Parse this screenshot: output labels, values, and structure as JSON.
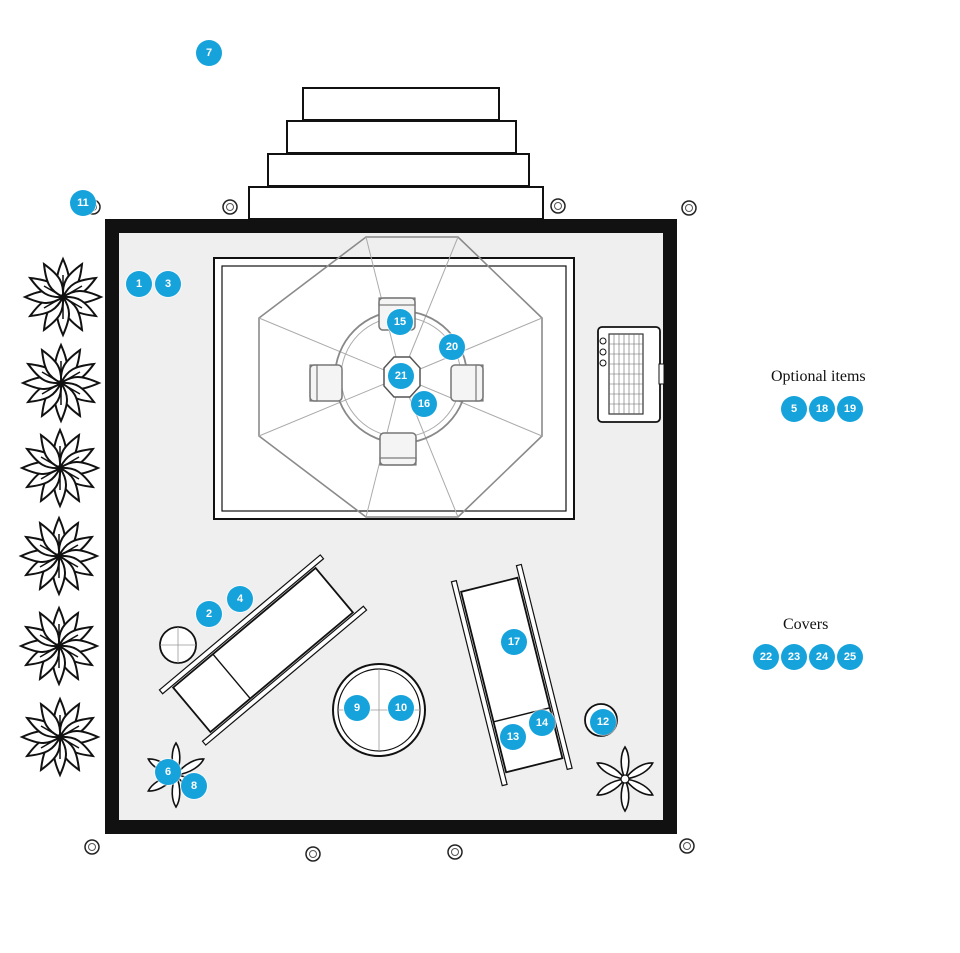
{
  "accent_color": "#16a3dc",
  "legend": {
    "optional_title": "Optional items",
    "covers_title": "Covers"
  },
  "markers": [
    {
      "label": "1"
    },
    {
      "label": "2"
    },
    {
      "label": "3"
    },
    {
      "label": "4"
    },
    {
      "label": "5"
    },
    {
      "label": "6"
    },
    {
      "label": "7"
    },
    {
      "label": "8"
    },
    {
      "label": "9"
    },
    {
      "label": "10"
    },
    {
      "label": "11"
    },
    {
      "label": "12"
    },
    {
      "label": "13"
    },
    {
      "label": "14"
    },
    {
      "label": "15"
    },
    {
      "label": "16"
    },
    {
      "label": "17"
    },
    {
      "label": "18"
    },
    {
      "label": "19"
    },
    {
      "label": "20"
    },
    {
      "label": "21"
    },
    {
      "label": "22"
    },
    {
      "label": "23"
    },
    {
      "label": "24"
    },
    {
      "label": "25"
    }
  ]
}
